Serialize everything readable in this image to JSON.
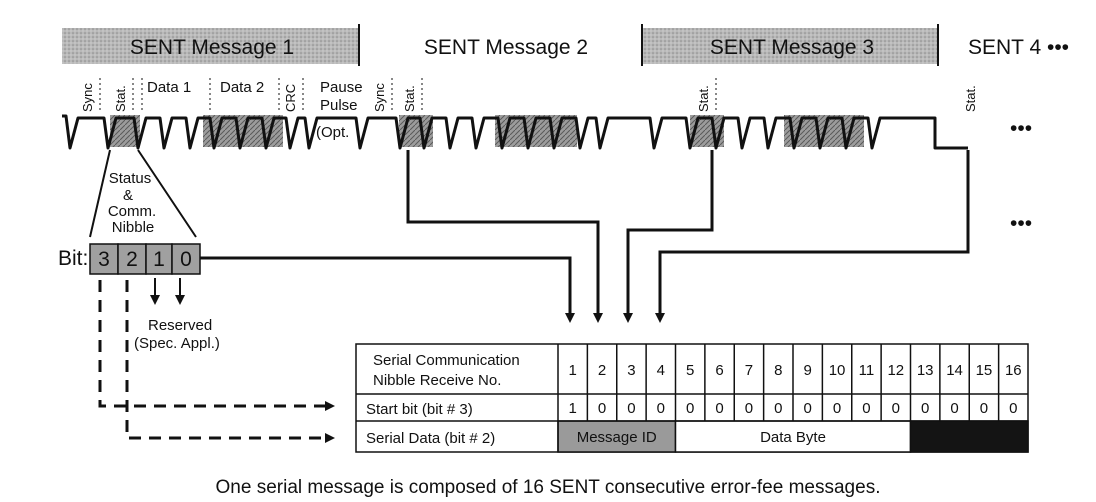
{
  "diagram": {
    "messages": [
      {
        "label": "SENT Message 1",
        "shaded": true
      },
      {
        "label": "SENT Message 2",
        "shaded": false
      },
      {
        "label": "SENT Message 3",
        "shaded": true
      },
      {
        "label": "SENT 4 •••",
        "shaded": false
      }
    ],
    "frame_labels": {
      "sync": "Sync",
      "stat": "Stat.",
      "data1": "Data 1",
      "data2": "Data 2",
      "crc": "CRC",
      "pause_line1": "Pause",
      "pause_line2": "Pulse",
      "pause_line3": "(Opt.",
      "ellipsis": "•••"
    },
    "status_nibble": {
      "line1": "Status",
      "line2": "&",
      "line3": "Comm.",
      "line4": "Nibble",
      "bit_label": "Bit:",
      "bits": [
        "3",
        "2",
        "1",
        "0"
      ],
      "reserved_line1": "Reserved",
      "reserved_line2": "(Spec. Appl.)"
    },
    "table": {
      "header_line1": "Serial Communication",
      "header_line2": "Nibble Receive No.",
      "nibble_numbers": [
        "1",
        "2",
        "3",
        "4",
        "5",
        "6",
        "7",
        "8",
        "9",
        "10",
        "11",
        "12",
        "13",
        "14",
        "15",
        "16"
      ],
      "row_start_label": "Start bit (bit # 3)",
      "start_bits": [
        "1",
        "0",
        "0",
        "0",
        "0",
        "0",
        "0",
        "0",
        "0",
        "0",
        "0",
        "0",
        "0",
        "0",
        "0",
        "0"
      ],
      "row_data_label": "Serial Data (bit # 2)",
      "segments": [
        {
          "label": "Message ID",
          "span": 4,
          "fill": "#9a9a9a"
        },
        {
          "label": "Data Byte",
          "span": 8,
          "fill": "#ffffff"
        },
        {
          "label": "",
          "span": 4,
          "fill": "#141414"
        }
      ]
    },
    "caption": "One serial message is composed of 16 SENT consecutive error-fee messages."
  }
}
